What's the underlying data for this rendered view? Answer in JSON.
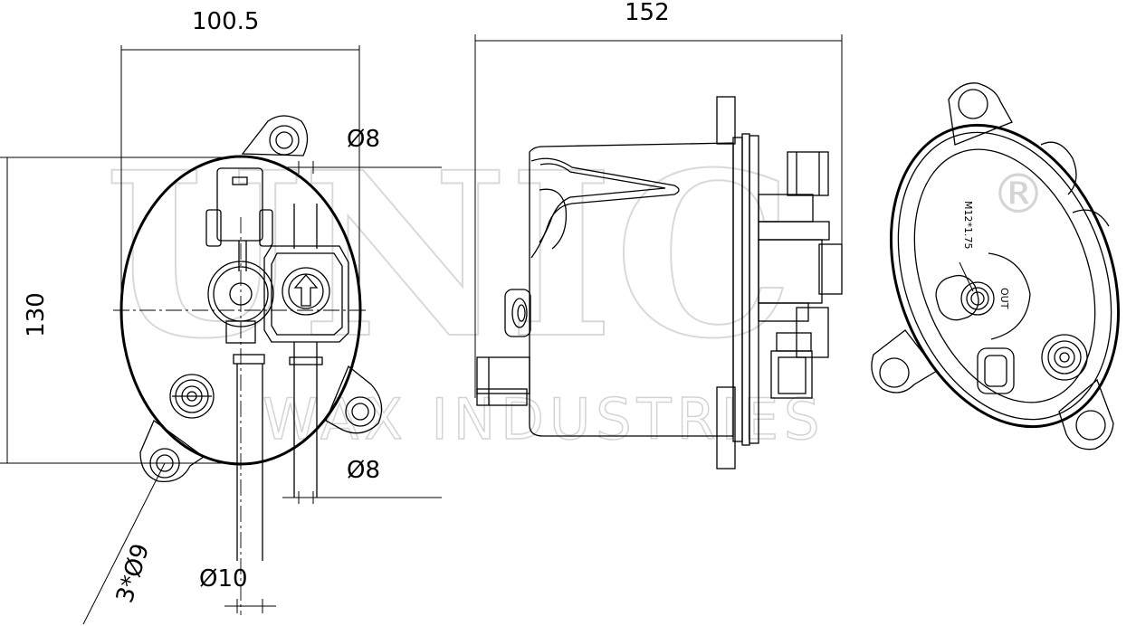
{
  "watermark": {
    "brand": "UNIC",
    "registered_mark": "®",
    "subtitle": "WAX INDUSTRIES"
  },
  "dimensions": {
    "top_view_width": "100.5",
    "top_view_height": "130",
    "side_view_width": "152",
    "port_upper_diameter": "Ø8",
    "port_lower_diameter": "Ø8",
    "port_bottom_diameter": "Ø10",
    "mount_holes": "3*Ø9"
  },
  "labels": {
    "thread": "M12*1.75",
    "outlet": "OUT"
  }
}
